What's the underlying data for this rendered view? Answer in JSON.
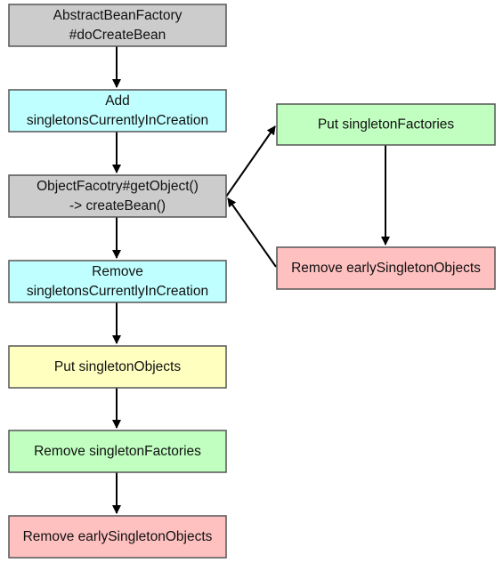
{
  "colors": {
    "gray": "#cccccc",
    "cyan": "#c0ffff",
    "green": "#c0ffc0",
    "pink": "#ffc0c0",
    "yellow": "#ffffc0",
    "border": "#555555",
    "arrow": "#000000"
  },
  "nodes": [
    {
      "id": "create-bean",
      "fill": "gray",
      "lines": [
        "AbstractBeanFactory",
        "#doCreateBean"
      ]
    },
    {
      "id": "add-currently-in-creation",
      "fill": "cyan",
      "lines": [
        "Add",
        "singletonsCurrentlyInCreation"
      ]
    },
    {
      "id": "get-object",
      "fill": "gray",
      "lines": [
        "ObjectFacotry#getObject()",
        "-> createBean()"
      ]
    },
    {
      "id": "remove-currently-in-creation",
      "fill": "cyan",
      "lines": [
        "Remove",
        "singletonsCurrentlyInCreation"
      ]
    },
    {
      "id": "put-singleton-objects",
      "fill": "yellow",
      "lines": [
        "Put singletonObjects"
      ]
    },
    {
      "id": "remove-singleton-factories",
      "fill": "green",
      "lines": [
        "Remove singletonFactories"
      ]
    },
    {
      "id": "remove-early-singleton-objects",
      "fill": "pink",
      "lines": [
        "Remove earlySingletonObjects"
      ]
    },
    {
      "id": "put-singleton-factories",
      "fill": "green",
      "lines": [
        "Put singletonFactories"
      ]
    },
    {
      "id": "remove-early-singleton-objects-side",
      "fill": "pink",
      "lines": [
        "Remove earlySingletonObjects"
      ]
    }
  ],
  "edges": [
    {
      "from": "create-bean",
      "to": "add-currently-in-creation"
    },
    {
      "from": "add-currently-in-creation",
      "to": "get-object"
    },
    {
      "from": "get-object",
      "to": "remove-currently-in-creation"
    },
    {
      "from": "remove-currently-in-creation",
      "to": "put-singleton-objects"
    },
    {
      "from": "put-singleton-objects",
      "to": "remove-singleton-factories"
    },
    {
      "from": "remove-singleton-factories",
      "to": "remove-early-singleton-objects"
    },
    {
      "from": "get-object",
      "to": "put-singleton-factories"
    },
    {
      "from": "put-singleton-factories",
      "to": "remove-early-singleton-objects-side"
    },
    {
      "from": "remove-early-singleton-objects-side",
      "to": "get-object"
    }
  ]
}
